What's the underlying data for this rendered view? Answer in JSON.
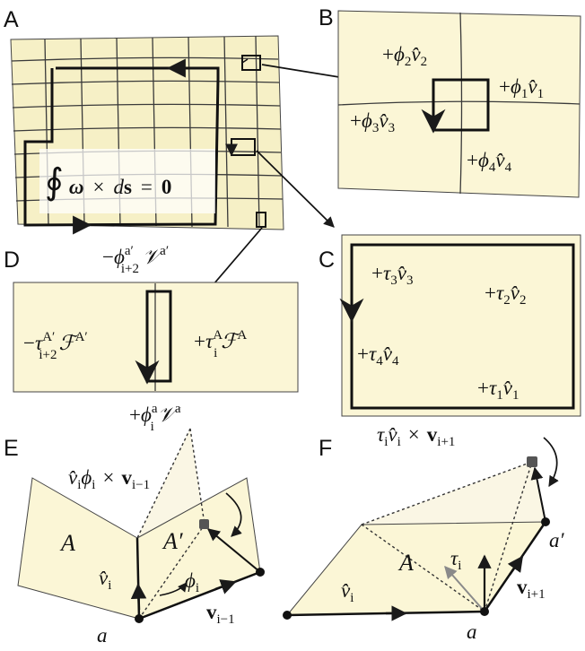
{
  "panels": {
    "A": {
      "letter": "A",
      "integral": "∮",
      "omega": "ω",
      "times": "×",
      "d": "d",
      "s": "s",
      "eq": "=",
      "zero": "0"
    },
    "B": {
      "letter": "B",
      "labels": [
        {
          "sign": "+",
          "phi": "ϕ",
          "idx": "2",
          "v": "v̂",
          "vidx": "2"
        },
        {
          "sign": "+",
          "phi": "ϕ",
          "idx": "1",
          "v": "v̂",
          "vidx": "1"
        },
        {
          "sign": "+",
          "phi": "ϕ",
          "idx": "3",
          "v": "v̂",
          "vidx": "3"
        },
        {
          "sign": "+",
          "phi": "ϕ",
          "idx": "4",
          "v": "v̂",
          "vidx": "4"
        }
      ]
    },
    "C": {
      "letter": "C",
      "labels": [
        {
          "sign": "+",
          "tau": "τ",
          "idx": "3",
          "v": "v̂",
          "vidx": "3"
        },
        {
          "sign": "+",
          "tau": "τ",
          "idx": "2",
          "v": "v̂",
          "vidx": "2"
        },
        {
          "sign": "+",
          "tau": "τ",
          "idx": "4",
          "v": "v̂",
          "vidx": "4"
        },
        {
          "sign": "+",
          "tau": "τ",
          "idx": "1",
          "v": "v̂",
          "vidx": "1"
        }
      ]
    },
    "D": {
      "letter": "D",
      "top": {
        "sign": "−",
        "phi": "ϕ",
        "sup": "a′",
        "sub": "i+2",
        "V": "𝒱",
        "Vsup": "a′"
      },
      "left": {
        "sign": "−",
        "tau": "τ",
        "sup": "A′",
        "sub": "i+2",
        "F": "ℱ",
        "Fsup": "A′"
      },
      "right": {
        "sign": "+",
        "tau": "τ",
        "sup": "A",
        "sub": "i",
        "F": "ℱ",
        "Fsup": "A"
      },
      "bottom": {
        "sign": "+",
        "phi": "ϕ",
        "sup": "a",
        "sub": "i",
        "V": "𝒱",
        "Vsup": "a"
      }
    },
    "E": {
      "letter": "E",
      "top": {
        "v": "v̂",
        "vsub": "i",
        "phi": "ϕ",
        "phisub": "i",
        "times": "×",
        "vb": "v",
        "vbsub": "i−1"
      },
      "A": "A",
      "Aprime": "A′",
      "vhat": "v̂",
      "vhat_sub": "i",
      "phi": "ϕ",
      "phi_sub": "i",
      "vvec": "v",
      "vvec_sub": "i−1",
      "a": "a"
    },
    "F": {
      "letter": "F",
      "top": {
        "tau": "τ",
        "tausub": "i",
        "v": "v̂",
        "vsub": "i",
        "times": "×",
        "vb": "v",
        "vbsub": "i+1"
      },
      "A": "A",
      "tau": "τ",
      "tau_sub": "i",
      "vhat": "v̂",
      "vhat_sub": "i",
      "vvec": "v",
      "vvec_sub": "i+1",
      "aprime": "a′",
      "a": "a"
    }
  },
  "colors": {
    "panel_fill": "#fbf6d6",
    "grid_fill": "#f6f0c6",
    "line": "#1a1a1a",
    "pyramid": "#faf6e4",
    "gray_marker": "#555555"
  }
}
